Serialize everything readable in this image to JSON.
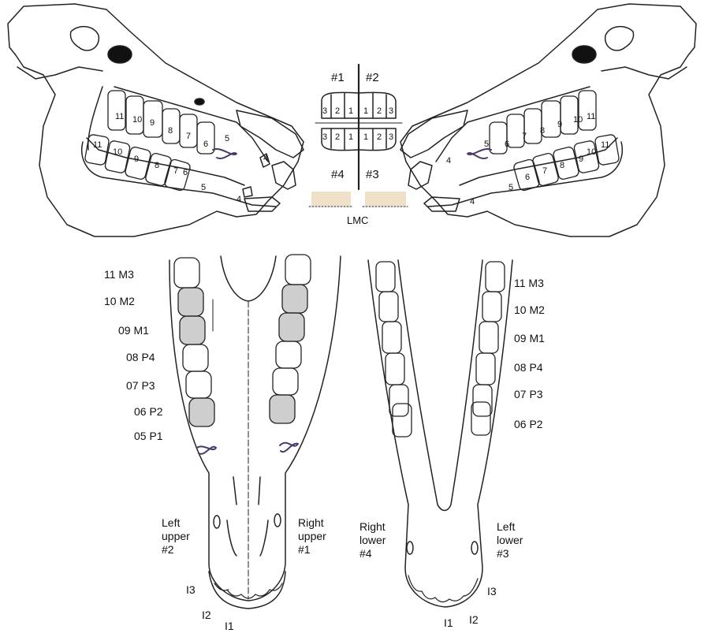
{
  "quadrant_chart": {
    "q1": "#1",
    "q2": "#2",
    "q3": "#3",
    "q4": "#4",
    "upper_left_teeth": [
      "3",
      "2",
      "1"
    ],
    "upper_right_teeth": [
      "1",
      "2",
      "3"
    ],
    "lower_left_teeth": [
      "3",
      "2",
      "1"
    ],
    "lower_right_teeth": [
      "1",
      "2",
      "3"
    ],
    "occlusion_label": "LMC"
  },
  "lateral_left": {
    "upper_teeth": [
      "11",
      "10",
      "9",
      "8",
      "7",
      "6",
      "5",
      "4"
    ],
    "lower_teeth": [
      "11",
      "10",
      "9",
      "8",
      "7",
      "6",
      "5",
      "4"
    ]
  },
  "lateral_right": {
    "upper_teeth": [
      "5",
      "6",
      "7",
      "8",
      "9",
      "10",
      "11",
      "4"
    ],
    "lower_teeth": [
      "4",
      "5",
      "6",
      "7",
      "8",
      "9",
      "10",
      "11"
    ]
  },
  "maxilla": {
    "tooth_labels": [
      "11 M3",
      "10 M2",
      "09 M1",
      "08 P4",
      "07 P3",
      "06 P2",
      "05 P1"
    ],
    "left_quadrant": [
      "Left",
      "upper",
      "#2"
    ],
    "right_quadrant": [
      "Right",
      "upper",
      "#1"
    ],
    "incisor_labels": [
      "I3",
      "I2",
      "I1"
    ]
  },
  "mandible": {
    "tooth_labels": [
      "11 M3",
      "10 M2",
      "09 M1",
      "08 P4",
      "07 P3",
      "06 P2"
    ],
    "right_quadrant": [
      "Right",
      "lower",
      "#4"
    ],
    "left_quadrant": [
      "Left",
      "lower",
      "#3"
    ],
    "incisor_labels": [
      "I3",
      "I2",
      "I1"
    ]
  }
}
